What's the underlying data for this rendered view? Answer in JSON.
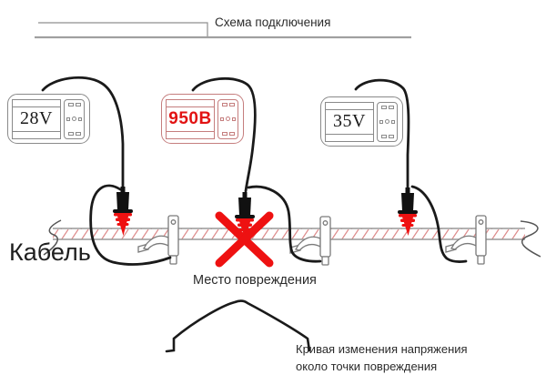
{
  "title": {
    "label": "Схема подключения"
  },
  "cable": {
    "label": "Кабель"
  },
  "fault": {
    "label": "Место повреждения"
  },
  "curve": {
    "label_line1": "Кривая изменения напряжения",
    "label_line2": "около точки повреждения"
  },
  "devices": [
    {
      "name": "voltmeter-left",
      "reading": "28V",
      "reading_color": "#1a1a1a"
    },
    {
      "name": "voltmeter-center",
      "reading": "950В",
      "reading_color": "#e21313"
    },
    {
      "name": "voltmeter-right",
      "reading": "35V",
      "reading_color": "#1a1a1a"
    }
  ],
  "colors": {
    "accent_red": "#e21313",
    "hatch_red": "#dd8a8a",
    "cable_gray": "#999999",
    "wire_black": "#1a1a1a"
  }
}
